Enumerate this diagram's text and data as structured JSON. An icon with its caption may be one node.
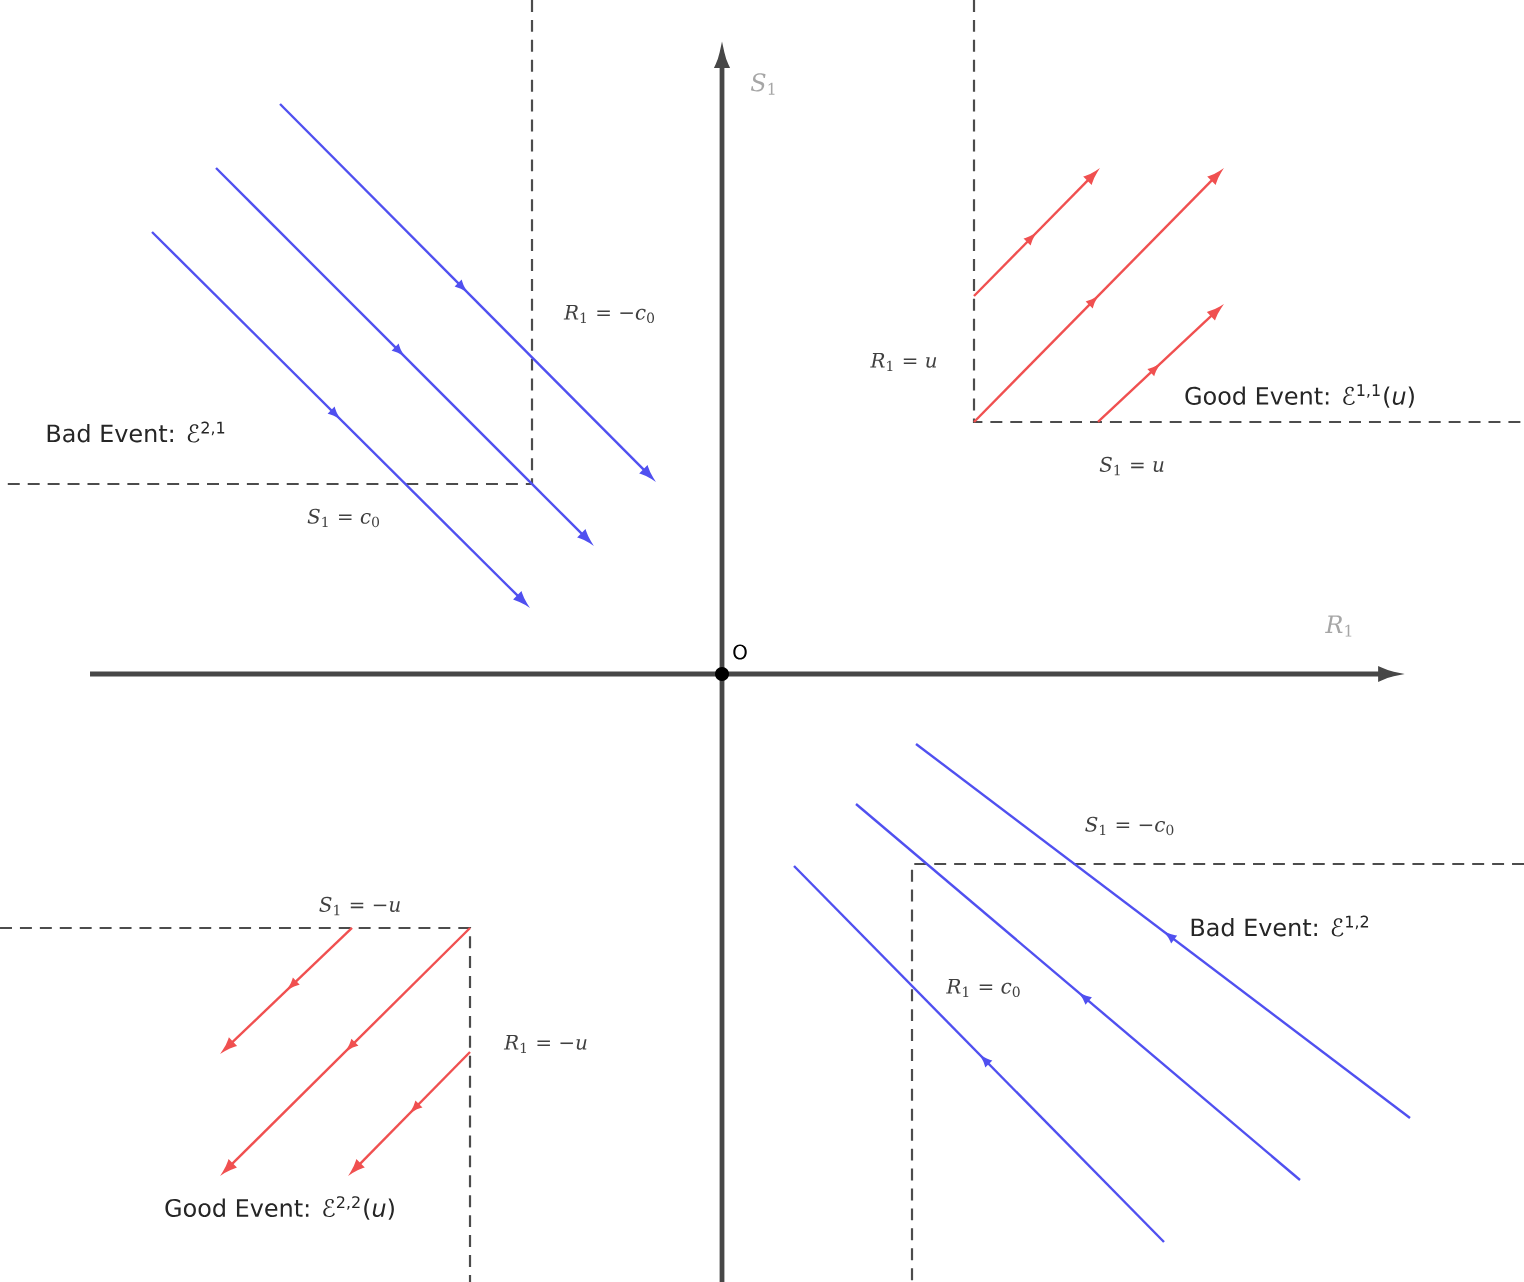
{
  "diagram": {
    "labels": [
      "*S*$_{1}$",
      "*R*$_{1}$ = −*c*$_{0}$",
      "*R*$_{1}$ = *u*",
      "Good Event: ℰ$^{1,1}$(*u*)",
      "Bad Event: ℰ$^{2,1}$",
      "*S*$_{1}$ = *c*$_{0}$",
      "*S*$_{1}$ = *u*",
      "*R*$_{1}$",
      "O",
      "*S*$_{1}$ = −*c*$_{0}$",
      "Bad Event: ℰ$^{1,2}$",
      "*R*$_{1}$ = *c*$_{0}$",
      "*S*$_{1}$ = −*u*",
      "*R*$_{1}$ = −*u*",
      "Good Event: ℰ$^{2,2}$(*u*)"
    ]
  }
}
